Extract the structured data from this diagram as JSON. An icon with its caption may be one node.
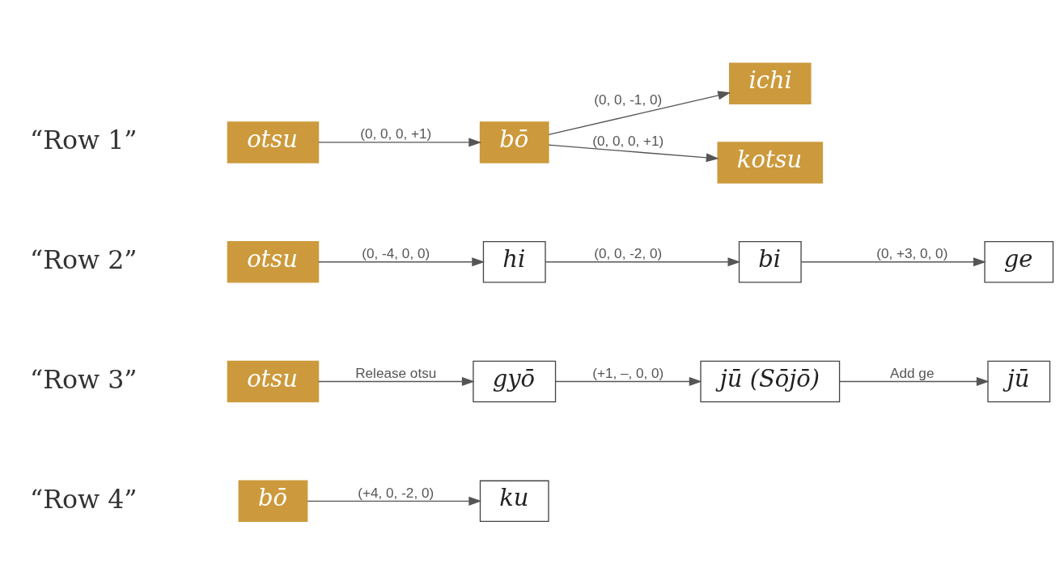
{
  "diagram": {
    "nodes": [
      {
        "text": [
          "otsu"
        ]
      },
      {
        "text": [
          "bō"
        ]
      },
      {
        "text": [
          "ichi"
        ]
      },
      {
        "text": [
          "kotsu"
        ]
      },
      {
        "text": [
          "otsu"
        ]
      },
      {
        "text": [
          "hi"
        ]
      },
      {
        "text": [
          "bi"
        ]
      },
      {
        "text": [
          "ge"
        ]
      },
      {
        "text": [
          "otsu"
        ]
      },
      {
        "text": [
          "gyō"
        ]
      },
      {
        "text": [
          "jū (Sōjō)"
        ]
      },
      {
        "text": [
          "jū"
        ]
      },
      {
        "text": [
          "bō"
        ]
      },
      {
        "text": [
          "ku"
        ]
      }
    ],
    "edges": [
      {
        "from": 0,
        "to": 1,
        "arrow": "to",
        "label": "(0, 0, 0, +1)"
      },
      {
        "from": 1,
        "to": 2,
        "arrow": "to",
        "label": "(0, 0, -1, 0)"
      },
      {
        "from": 1,
        "to": 3,
        "arrow": "to",
        "label": "(0, 0, 0, +1)"
      },
      {
        "from": 4,
        "to": 5,
        "arrow": "to",
        "label": "(0, -4, 0, 0)"
      },
      {
        "from": 5,
        "to": 6,
        "arrow": "to",
        "label": "(0, 0, -2, 0)"
      },
      {
        "from": 6,
        "to": 7,
        "arrow": "to",
        "label": "(0, +3, 0, 0)"
      },
      {
        "from": 8,
        "to": 9,
        "arrow": "to",
        "label": "Release otsu"
      },
      {
        "from": 9,
        "to": 10,
        "arrow": "to",
        "label": "(+1, –, 0, 0)"
      },
      {
        "from": 10,
        "to": 11,
        "arrow": "to",
        "label": "Add ge"
      },
      {
        "from": 12,
        "to": 13,
        "arrow": "to",
        "label": "(+4, 0, -2, 0)"
      }
    ],
    "labels": [
      "“Row 1”",
      "“Row 2”",
      "“Row 3”",
      "“Row 4”"
    ]
  }
}
